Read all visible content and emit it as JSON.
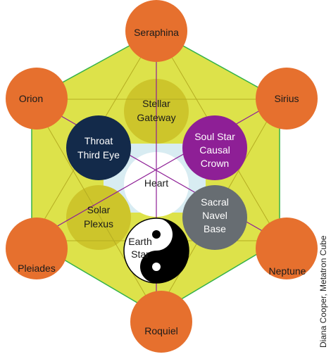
{
  "outer_nodes": {
    "seraphina": "Seraphina",
    "sirius": "Sirius",
    "neptune": "Neptune",
    "roquiel": "Roquiel",
    "pleiades": "Pleiades",
    "orion": "Orion"
  },
  "chakras": {
    "stellar_gateway": [
      "Stellar",
      "Gateway"
    ],
    "soul_star": [
      "Soul Star",
      "Causal",
      "Crown"
    ],
    "throat": [
      "Throat",
      "Third Eye"
    ],
    "heart": "Heart",
    "solar": [
      "Solar",
      "Plexus"
    ],
    "sacral": [
      "Sacral",
      "Navel",
      "Base"
    ],
    "earth_star": [
      "Earth",
      "Star"
    ]
  },
  "credit": "Diana Cooper, Metatron Cube",
  "colors": {
    "outer": "#e6702e",
    "hexagon": "#dde24a",
    "hexagon_stroke": "#35b24a",
    "inner_gold": "#cdc52b",
    "throat": "#132a4a",
    "soul_star": "#8e1f96",
    "sacral": "#676d72",
    "heart_glow": "#d8ecf2",
    "lines_purple": "#8e1f96",
    "lines_gold": "#b5ad22"
  }
}
